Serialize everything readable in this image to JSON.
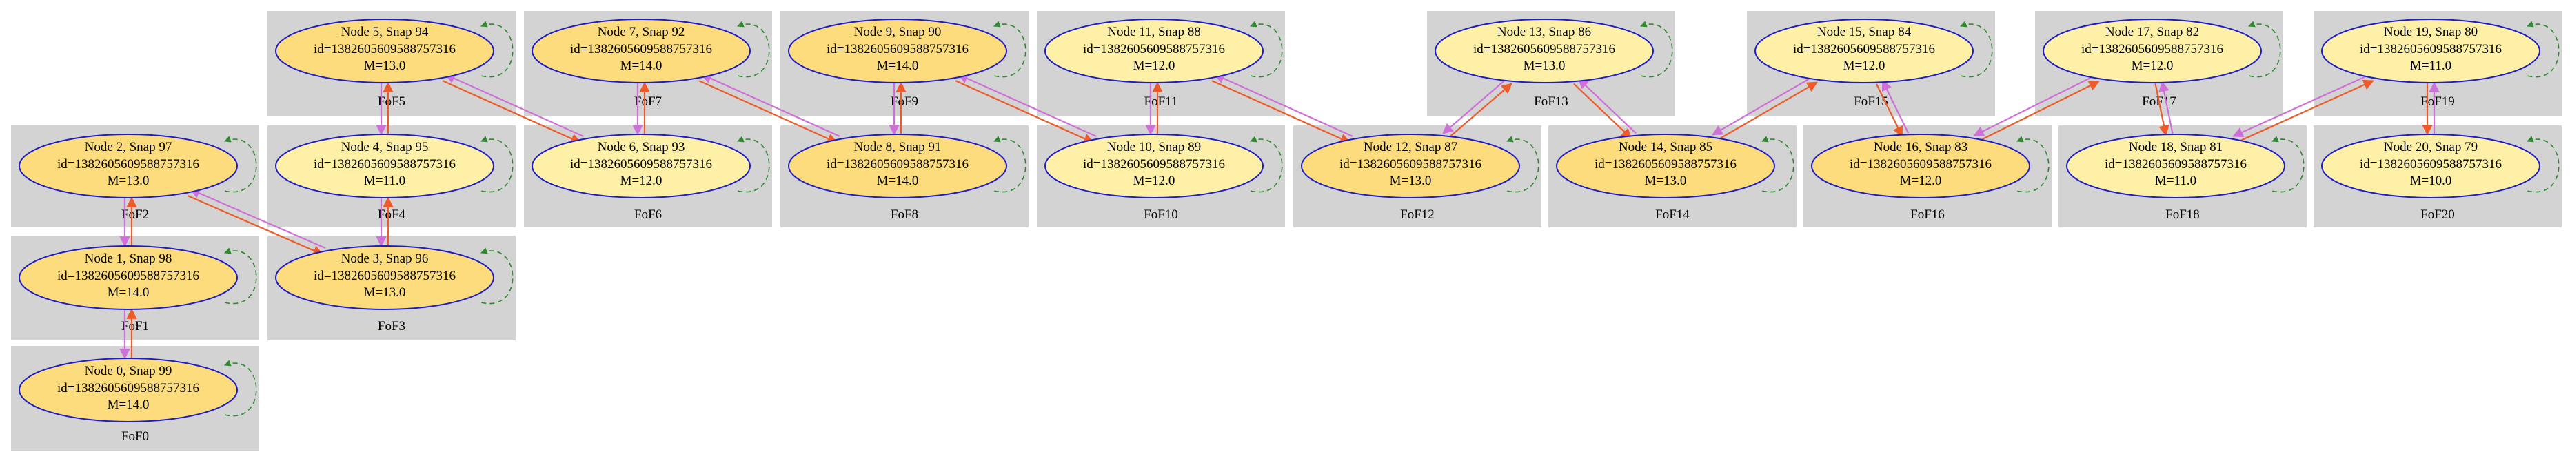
{
  "colors": {
    "cluster_bg": "#d3d3d3",
    "node_fill_dark": "#fddc7e",
    "node_fill_light": "#fff0a8",
    "node_border": "#1c1ccc",
    "edge_descendant": "#ee5a2a",
    "edge_progenitor": "#cf6fd8",
    "edge_self": "#2f8a2f"
  },
  "clusters": [
    {
      "label": "FoF0"
    },
    {
      "label": "FoF1"
    },
    {
      "label": "FoF2"
    },
    {
      "label": "FoF3"
    },
    {
      "label": "FoF4"
    },
    {
      "label": "FoF5"
    },
    {
      "label": "FoF6"
    },
    {
      "label": "FoF7"
    },
    {
      "label": "FoF8"
    },
    {
      "label": "FoF9"
    },
    {
      "label": "FoF10"
    },
    {
      "label": "FoF11"
    },
    {
      "label": "FoF12"
    },
    {
      "label": "FoF13"
    },
    {
      "label": "FoF14"
    },
    {
      "label": "FoF15"
    },
    {
      "label": "FoF16"
    },
    {
      "label": "FoF17"
    },
    {
      "label": "FoF18"
    },
    {
      "label": "FoF19"
    },
    {
      "label": "FoF20"
    }
  ],
  "nodes": [
    {
      "title": "Node 0, Snap 99",
      "id": "id=1382605609588757316",
      "mass": "M=14.0"
    },
    {
      "title": "Node 1, Snap 98",
      "id": "id=1382605609588757316",
      "mass": "M=14.0"
    },
    {
      "title": "Node 2, Snap 97",
      "id": "id=1382605609588757316",
      "mass": "M=13.0"
    },
    {
      "title": "Node 3, Snap 96",
      "id": "id=1382605609588757316",
      "mass": "M=13.0"
    },
    {
      "title": "Node 4, Snap 95",
      "id": "id=1382605609588757316",
      "mass": "M=11.0"
    },
    {
      "title": "Node 5, Snap 94",
      "id": "id=1382605609588757316",
      "mass": "M=13.0"
    },
    {
      "title": "Node 6, Snap 93",
      "id": "id=1382605609588757316",
      "mass": "M=12.0"
    },
    {
      "title": "Node 7, Snap 92",
      "id": "id=1382605609588757316",
      "mass": "M=14.0"
    },
    {
      "title": "Node 8, Snap 91",
      "id": "id=1382605609588757316",
      "mass": "M=14.0"
    },
    {
      "title": "Node 9, Snap 90",
      "id": "id=1382605609588757316",
      "mass": "M=14.0"
    },
    {
      "title": "Node 10, Snap 89",
      "id": "id=1382605609588757316",
      "mass": "M=12.0"
    },
    {
      "title": "Node 11, Snap 88",
      "id": "id=1382605609588757316",
      "mass": "M=12.0"
    },
    {
      "title": "Node 12, Snap 87",
      "id": "id=1382605609588757316",
      "mass": "M=13.0"
    },
    {
      "title": "Node 13, Snap 86",
      "id": "id=1382605609588757316",
      "mass": "M=13.0"
    },
    {
      "title": "Node 14, Snap 85",
      "id": "id=1382605609588757316",
      "mass": "M=13.0"
    },
    {
      "title": "Node 15, Snap 84",
      "id": "id=1382605609588757316",
      "mass": "M=12.0"
    },
    {
      "title": "Node 16, Snap 83",
      "id": "id=1382605609588757316",
      "mass": "M=12.0"
    },
    {
      "title": "Node 17, Snap 82",
      "id": "id=1382605609588757316",
      "mass": "M=12.0"
    },
    {
      "title": "Node 18, Snap 81",
      "id": "id=1382605609588757316",
      "mass": "M=11.0"
    },
    {
      "title": "Node 19, Snap 80",
      "id": "id=1382605609588757316",
      "mass": "M=11.0"
    },
    {
      "title": "Node 20, Snap 79",
      "id": "id=1382605609588757316",
      "mass": "M=10.0"
    }
  ],
  "edges": [
    {
      "from": 0,
      "to": 1
    },
    {
      "from": 1,
      "to": 2
    },
    {
      "from": 2,
      "to": 3
    },
    {
      "from": 3,
      "to": 4
    },
    {
      "from": 4,
      "to": 5
    },
    {
      "from": 5,
      "to": 6
    },
    {
      "from": 6,
      "to": 7
    },
    {
      "from": 7,
      "to": 8
    },
    {
      "from": 8,
      "to": 9
    },
    {
      "from": 9,
      "to": 10
    },
    {
      "from": 10,
      "to": 11
    },
    {
      "from": 11,
      "to": 12
    },
    {
      "from": 12,
      "to": 13
    },
    {
      "from": 13,
      "to": 14
    },
    {
      "from": 14,
      "to": 15
    },
    {
      "from": 15,
      "to": 16
    },
    {
      "from": 16,
      "to": 17
    },
    {
      "from": 17,
      "to": 18
    },
    {
      "from": 18,
      "to": 19
    },
    {
      "from": 19,
      "to": 20
    }
  ]
}
